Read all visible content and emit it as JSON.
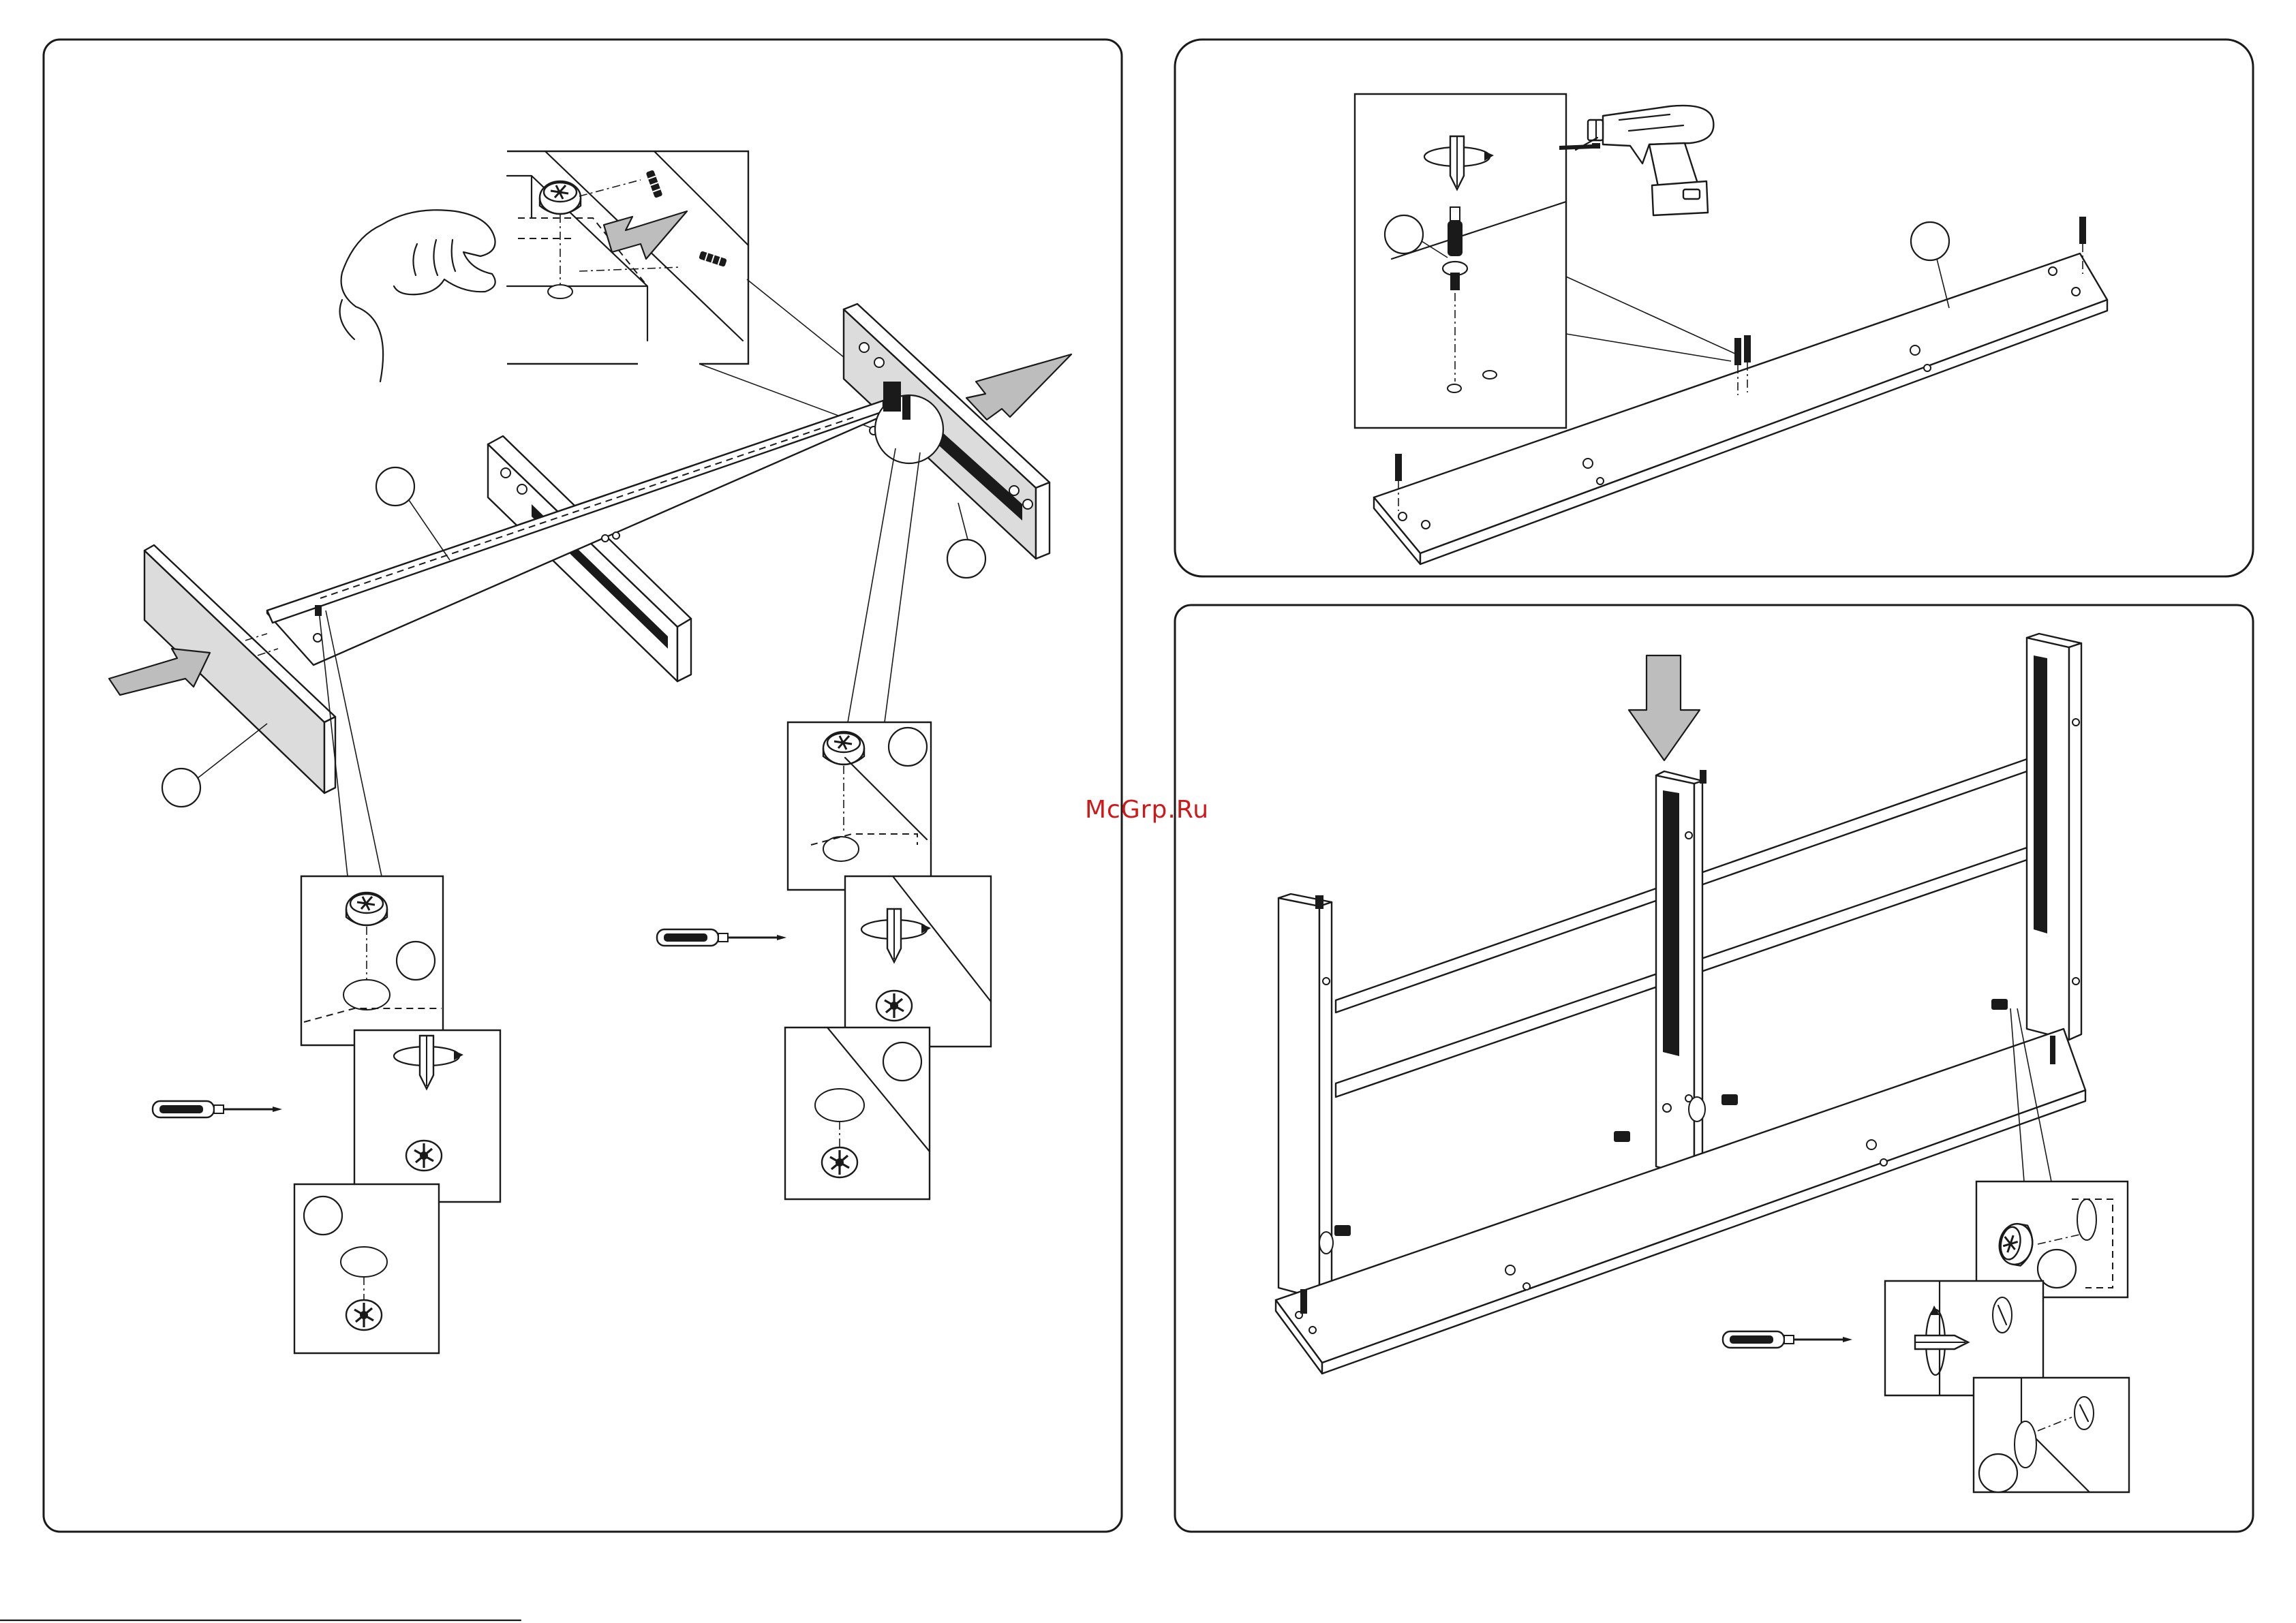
{
  "watermark": {
    "text": "McGrp.Ru",
    "color": "#d01818"
  },
  "colors": {
    "line": "#1a1a1a",
    "panel_fill": "#dcdcdc",
    "arrow_fill": "#bdbdbd"
  },
  "panels": [
    {
      "name": "step-left",
      "tools": [
        "screwdriver-icon",
        "screwdriver-icon"
      ]
    },
    {
      "name": "step-top-right",
      "tools": [
        "power-drill-icon"
      ]
    },
    {
      "name": "step-bottom-right",
      "tools": [
        "screwdriver-icon"
      ]
    }
  ]
}
